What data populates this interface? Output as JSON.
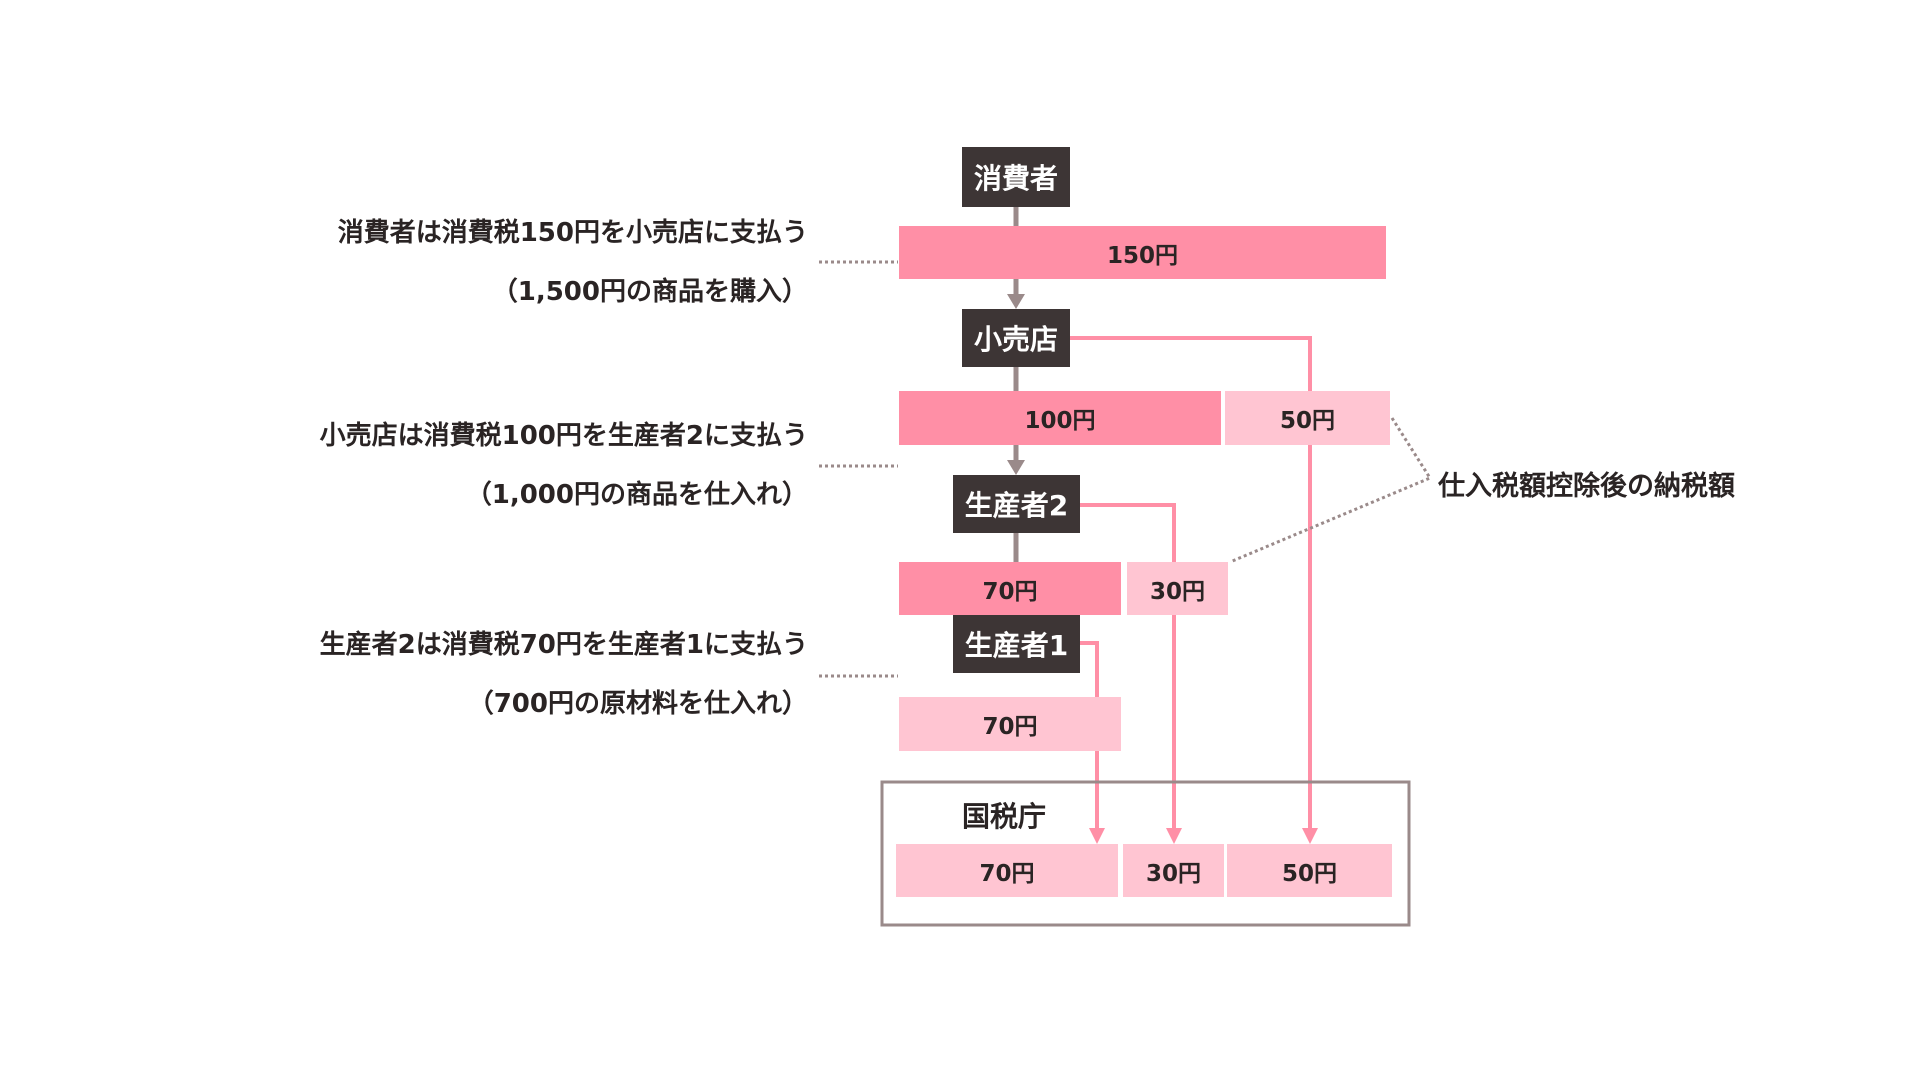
{
  "nodes": {
    "consumer": "消費者",
    "retailer": "小売店",
    "producer2": "生産者2",
    "producer1": "生産者1",
    "tax_office": "国税庁"
  },
  "descriptions": [
    {
      "line1": "消費者は消費税150円を小売店に支払う",
      "line2": "（1,500円の商品を購入）"
    },
    {
      "line1": "小売店は消費税100円を生産者2に支払う",
      "line2": "（1,000円の商品を仕入れ）"
    },
    {
      "line1": "生産者2は消費税70円を生産者1に支払う",
      "line2": "（700円の原材料を仕入れ）"
    }
  ],
  "bars": {
    "consumer_pays": "150円",
    "retailer_pays": "100円",
    "retailer_net": "50円",
    "producer2_pays": "70円",
    "producer2_net": "30円",
    "producer1_net": "70円",
    "office_70": "70円",
    "office_30": "30円",
    "office_50": "50円"
  },
  "net_tax_label": "仕入税額控除後の納税額",
  "colors": {
    "node": "#3d3535",
    "tax_paid": "#ff8fa6",
    "net_tax": "#ffc5d2",
    "flow": "#9a8a8a",
    "border": "#9a8a8a"
  }
}
